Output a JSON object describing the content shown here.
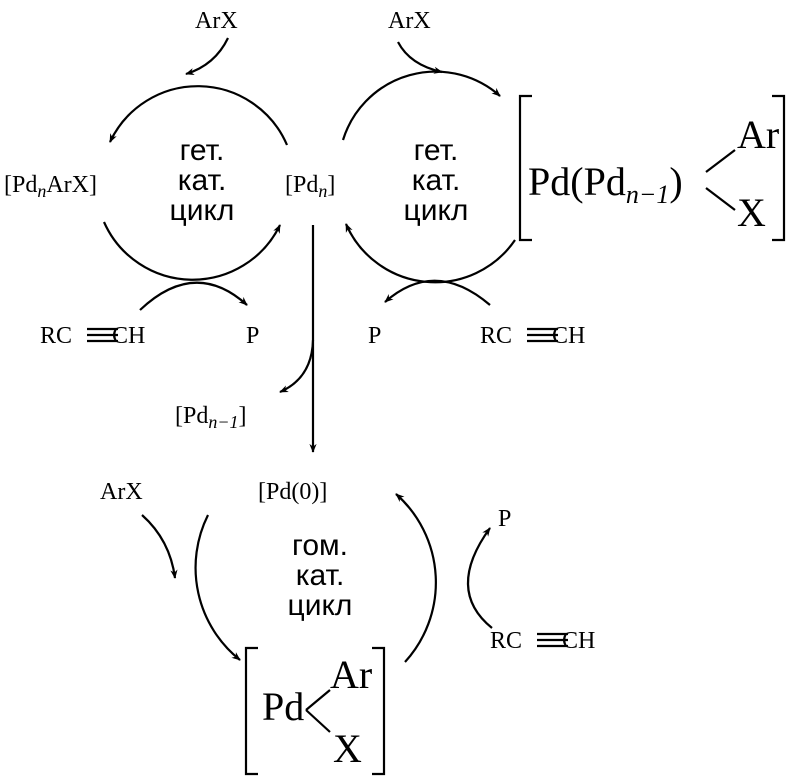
{
  "hetero_cycle_label": [
    "гет.",
    "кат.",
    "цикл"
  ],
  "homo_cycle_label": [
    "гом.",
    "кат.",
    "цикл"
  ],
  "reagents": {
    "arx": "ArX",
    "alkyne_left": "RC",
    "alkyne_right": "CH",
    "product": "P"
  },
  "species": {
    "pd_n_arx": {
      "pre": "[Pd",
      "sub": "n",
      "post": "ArX]"
    },
    "pd_n": {
      "pre": "[Pd",
      "sub": "n",
      "post": "]"
    },
    "pd_n_minus_1": {
      "pre": "[Pd",
      "sub": "n−1",
      "post": "]"
    },
    "pd0": "[Pd(0)]",
    "complex_het": {
      "pre": "Pd(Pd",
      "sub": "n−1",
      "post": ")",
      "ar": "Ar",
      "x": "X"
    },
    "complex_hom": {
      "pd": "Pd",
      "ar": "Ar",
      "x": "X"
    }
  }
}
